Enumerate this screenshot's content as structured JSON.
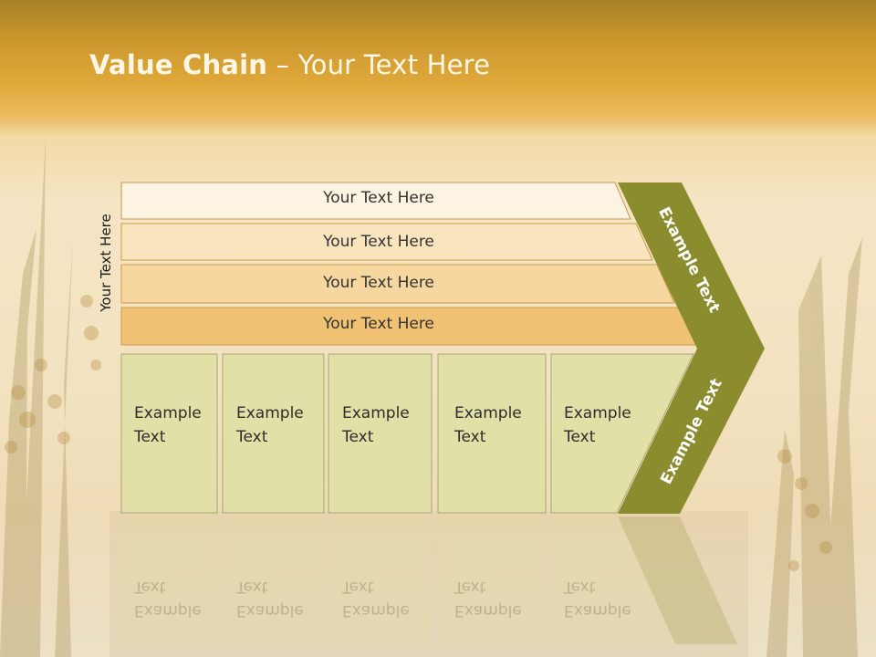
{
  "title": {
    "bold": "Value Chain",
    "rest": " – Your Text Here"
  },
  "side_label": "Your Text Here",
  "rows": [
    "Your Text Here",
    "Your Text Here",
    "Your Text Here",
    "Your Text Here"
  ],
  "columns": [
    {
      "line1": "Example",
      "line2": "Text"
    },
    {
      "line1": "Example",
      "line2": "Text"
    },
    {
      "line1": "Example",
      "line2": "Text"
    },
    {
      "line1": "Example",
      "line2": "Text"
    },
    {
      "line1": "Example",
      "line2": "Text"
    }
  ],
  "chevron_top": "Example Text",
  "chevron_bottom": "Example Text",
  "colors": {
    "chevron": "#8b8c2e",
    "column_fill": "#e1e0a6",
    "row_1": "#fcf3e2",
    "row_2": "#f9e4be",
    "row_3": "#f6d79f",
    "row_4": "#f1c174"
  }
}
